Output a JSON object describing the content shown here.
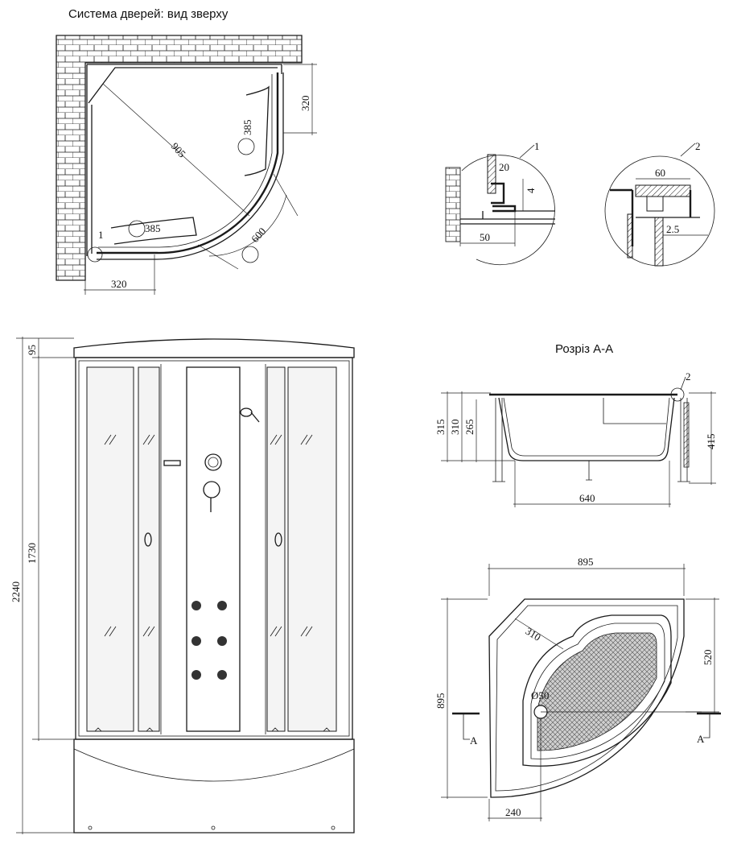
{
  "titles": {
    "top_view": "Система дверей: вид зверху",
    "section": "Розріз А-А"
  },
  "top_view": {
    "diag": "905",
    "door_w_right": "385",
    "door_w_bottom": "385",
    "radius": "600",
    "side_right": "320",
    "side_bottom": "320",
    "callout": "1"
  },
  "detail1": {
    "callout": "1",
    "d_20": "20",
    "d_4": "4",
    "d_50": "50"
  },
  "detail2": {
    "callout": "2",
    "d_60": "60",
    "d_25": "2.5"
  },
  "front_view": {
    "h_total": "2240",
    "h_cabin": "1730",
    "h_top": "95"
  },
  "section_aa": {
    "h315": "315",
    "h310": "310",
    "h265": "265",
    "h415": "415",
    "w640": "640",
    "callout": "2"
  },
  "tray_plan": {
    "w_top": "895",
    "h_left": "895",
    "d310": "310",
    "d520": "520",
    "drain": "Ø50",
    "w240": "240",
    "cut_left": "A",
    "cut_right": "A"
  },
  "colors": {
    "line": "#1a1a1a",
    "background": "#ffffff",
    "glass": "#f4f4f4"
  }
}
